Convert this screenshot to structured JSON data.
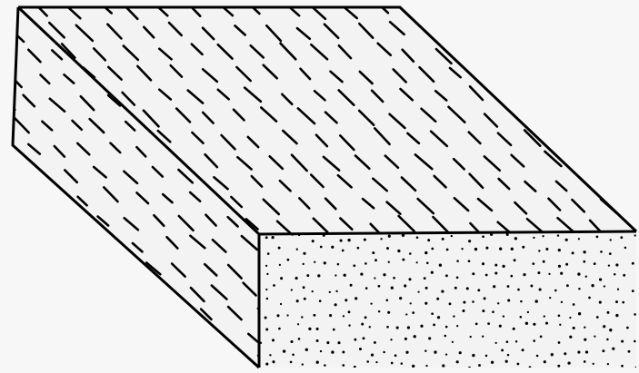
{
  "figure": {
    "subject": "block-diagram",
    "colors": {
      "background": "#f7f7f7",
      "face_fill": "#f3f3f3",
      "ink": "#000000"
    },
    "faces": [
      {
        "name": "top-face",
        "texture": "dashes"
      },
      {
        "name": "left-face",
        "texture": "dashes"
      },
      {
        "name": "front-face",
        "texture": "dots"
      }
    ]
  }
}
